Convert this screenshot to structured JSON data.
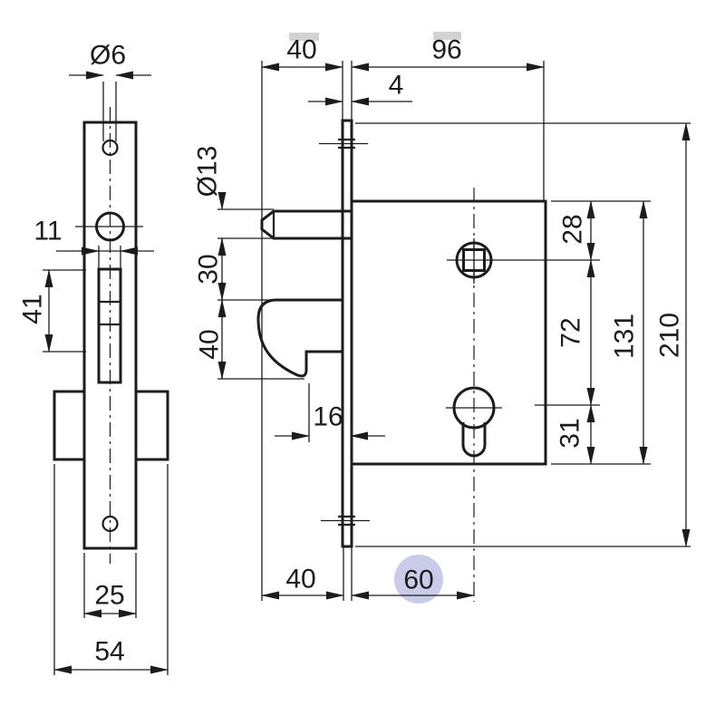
{
  "drawing": {
    "title": "mortise-hook-lock-dimension-drawing",
    "views": [
      "front-faceplate-view",
      "side-section-view"
    ]
  },
  "labels": {
    "front": {
      "screw_hole_dia": "Ø6",
      "slot_width": "11",
      "slot_length": "41",
      "faceplate_width": "25",
      "case_width": "54"
    },
    "side": {
      "hook_reach_top": "40",
      "case_depth": "96",
      "faceplate_thickness": "4",
      "latch_dia": "Ø13",
      "latch_to_hook": "30",
      "hook_height": "40",
      "hook_tip_to_plate": "16",
      "hook_reach_bottom": "40",
      "backset": "60",
      "top_to_spindle": "28",
      "spindle_to_cylinder": "72",
      "cylinder_to_bottom": "31",
      "case_height": "131",
      "faceplate_height": "210"
    }
  },
  "colors": {
    "line": "#1c1c1c",
    "highlight": "#c8cce8",
    "artifact": "#adadad",
    "background": "#ffffff"
  }
}
